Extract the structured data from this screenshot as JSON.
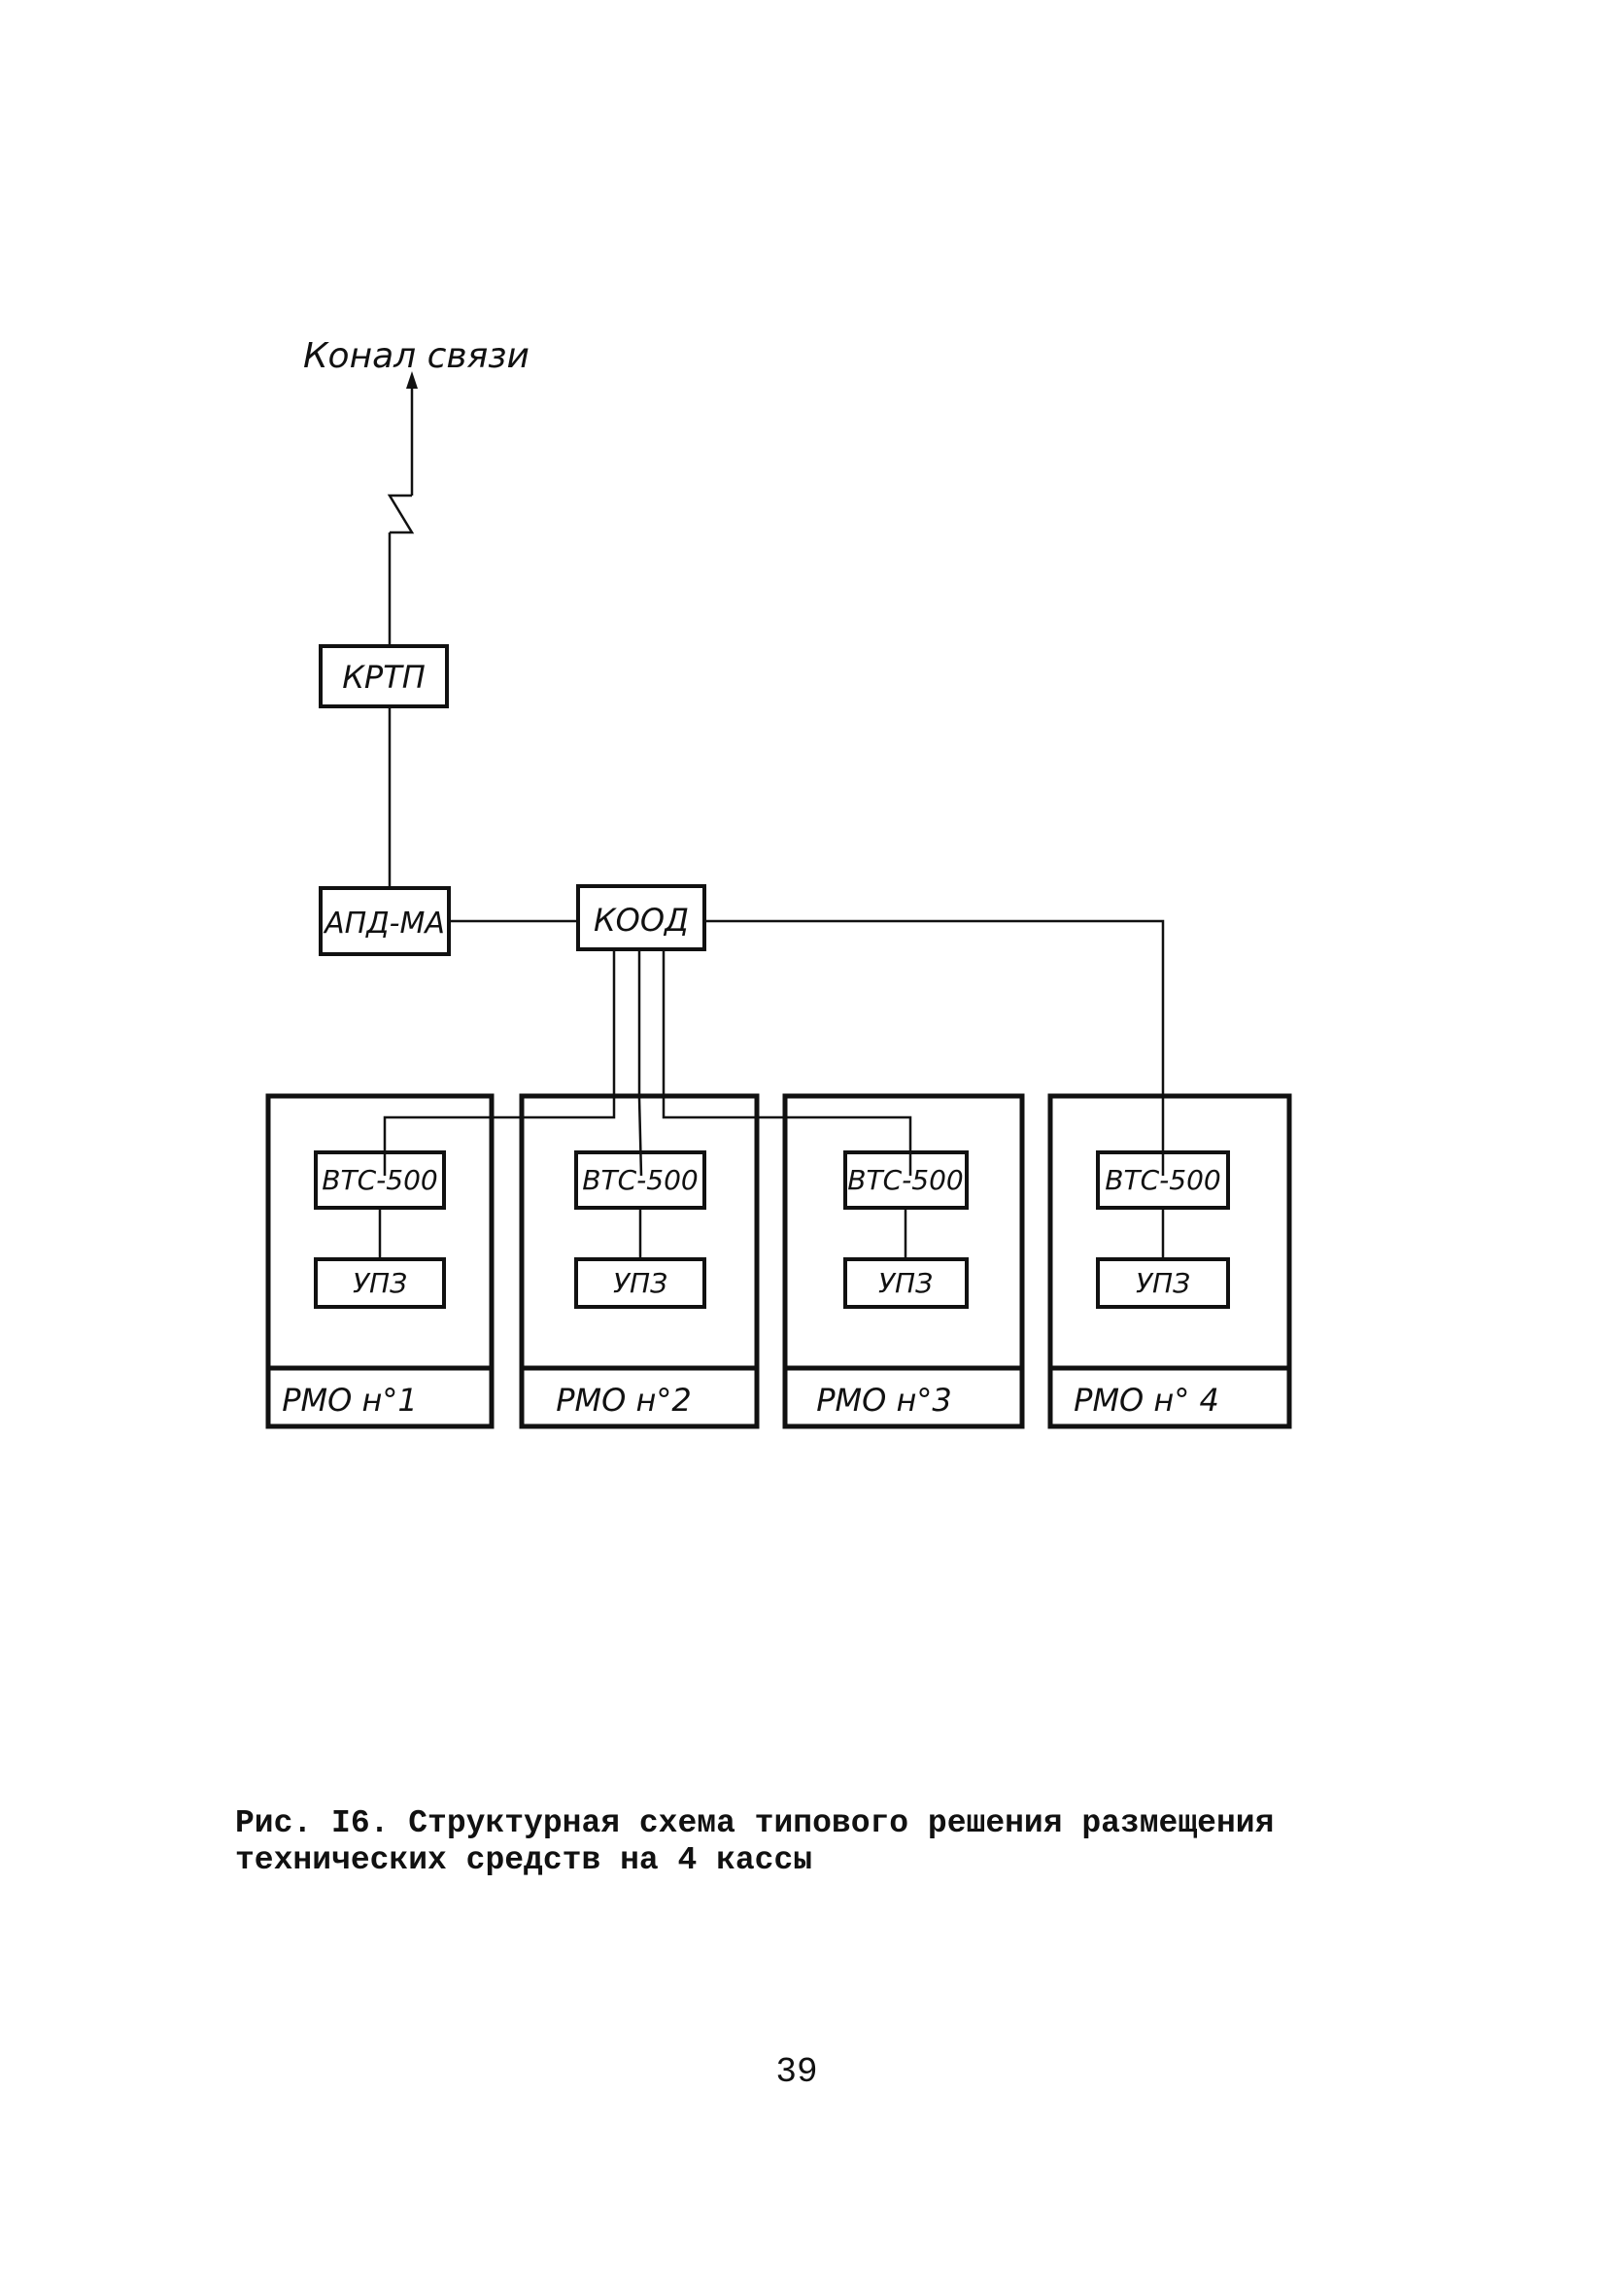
{
  "diagram": {
    "channel_label": "Конал связи",
    "nodes": {
      "krtp": "КРТП",
      "apd": "АПД-МА",
      "kood": "КООД"
    },
    "workstations": [
      {
        "device": "ВТС-500",
        "unit": "УПЗ",
        "label": "РМО н°1"
      },
      {
        "device": "ВТС-500",
        "unit": "УПЗ",
        "label": "РМО н°2"
      },
      {
        "device": "ВТС-500",
        "unit": "УПЗ",
        "label": "РМО н°3"
      },
      {
        "device": "ВТС-500",
        "unit": "УПЗ",
        "label": "РМО н° 4"
      }
    ]
  },
  "caption": {
    "line1": "Рис. I6. Структурная схема типового решения размещения",
    "line2": "технических средств на 4 кассы"
  },
  "page_number": "39"
}
